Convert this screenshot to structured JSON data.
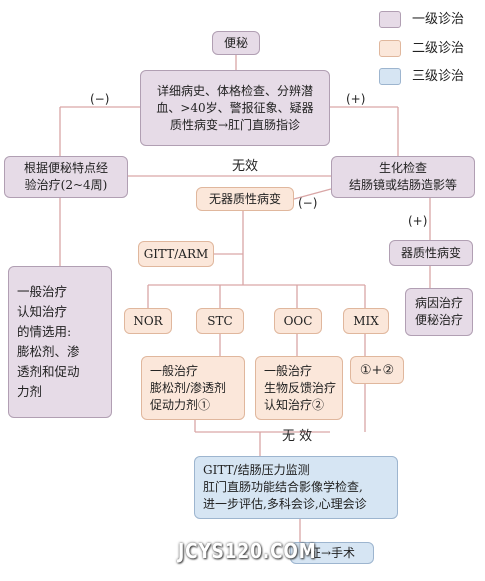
{
  "legend": [
    {
      "label": "一级诊治",
      "color": "#e6dbe7"
    },
    {
      "label": "二级诊治",
      "color": "#fbe7da"
    },
    {
      "label": "三级诊治",
      "color": "#d6e5f3"
    }
  ],
  "nodes": {
    "constipation": "便秘",
    "history": "详细病史、体格检查、分辨潜\n血、>40岁、警报征象、疑器\n质性病变→肛门直肠指诊",
    "empirical": "根据便秘特点经\n验治疗(2~4周)",
    "biochem": "生化检查\n结肠镜或结肠造影等",
    "no_organic": "无器质性病变",
    "organic": "器质性病变",
    "etiology": "病因治疗\n便秘治疗",
    "gitt_arm": "GITT/ARM",
    "general_left": "一般治疗\n认知治疗\n的情选用:\n膨松剂、渗\n透剂和促动\n力剂",
    "nor": "NOR",
    "stc": "STC",
    "ooc": "OOC",
    "mix": "MIX",
    "stc_treat": "一般治疗\n膨松剂/渗透剂\n促动力剂①",
    "ooc_treat": "一般治疗\n生物反馈治疗\n认知治疗②",
    "mix_treat": "①+②",
    "gitt_monitor": "GITT/结肠压力监测\n肛门直肠功能结合影像学检查,\n进一步评估,多科会诊,心理会诊",
    "surgery": "征→手术"
  },
  "labels": {
    "minus_left": "(−)",
    "plus_right": "(+)",
    "ineffective_top": "无效",
    "minus_mid": "(−)",
    "plus_mid": "(+)",
    "ineffective_bottom": "无 效"
  },
  "watermark": "JCYS120.COM"
}
